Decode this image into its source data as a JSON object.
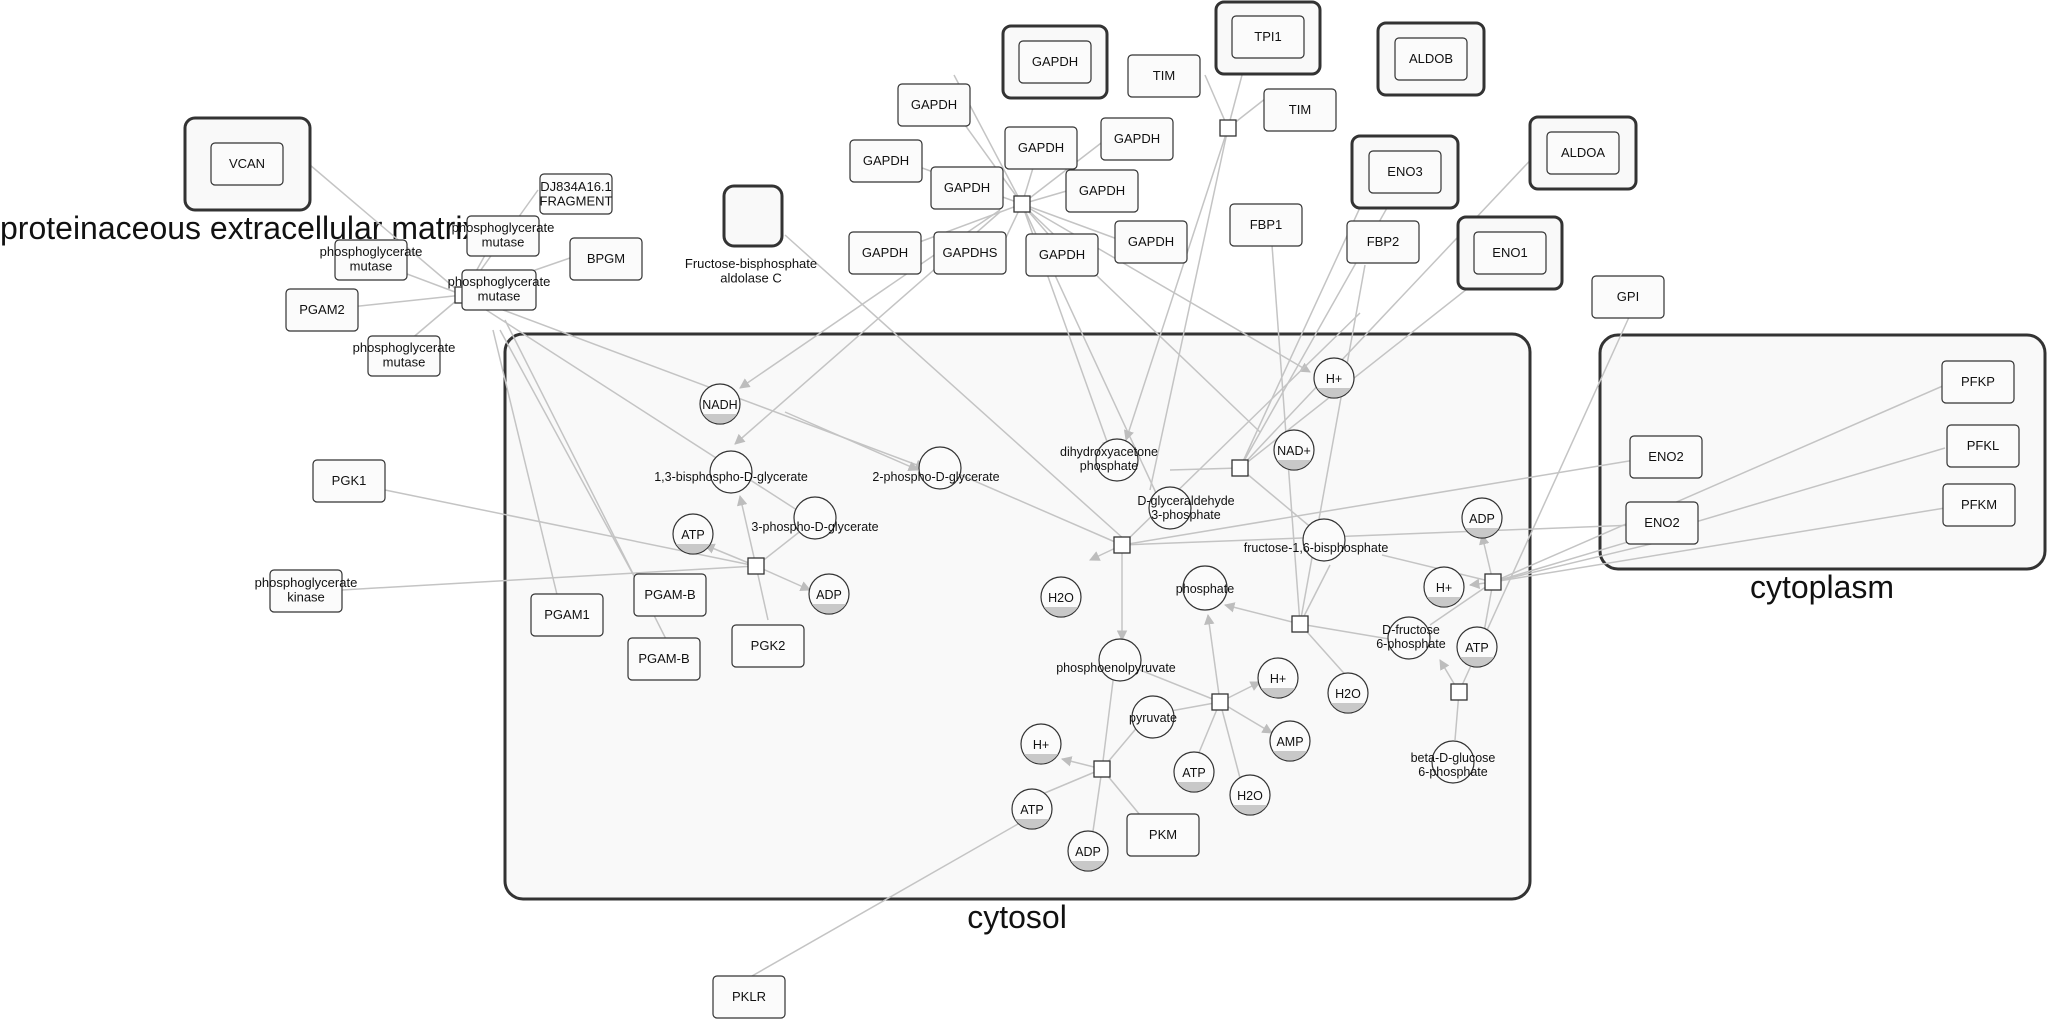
{
  "compartments": {
    "ecm": "proteinaceous extracellular matrix",
    "cytosol": "cytosol",
    "cytoplasm": "cytoplasm"
  },
  "genes": {
    "vcan": "VCAN",
    "dj834": "DJ834A16.1\nFRAGMENT",
    "pgm_mutase_a": "phosphoglycerate\nmutase",
    "pgm_mutase_b": "phosphoglycerate\nmutase",
    "pgm_mutase_c": "phosphoglycerate\nmutase",
    "pgm_mutase_d": "phosphoglycerate\nmutase",
    "bpgm": "BPGM",
    "pgam2": "PGAM2",
    "pgk1": "PGK1",
    "pgk_kinase": "phosphoglycerate\nkinase",
    "pgam1": "PGAM1",
    "pgamb_a": "PGAM-B",
    "pgamb_b": "PGAM-B",
    "pgk2": "PGK2",
    "gapdh_1": "GAPDH",
    "gapdh_2": "GAPDH",
    "gapdh_3": "GAPDH",
    "gapdh_4": "GAPDH",
    "gapdh_5": "GAPDH",
    "gapdh_6": "GAPDH",
    "gapdh_7": "GAPDH",
    "gapdh_8": "GAPDH",
    "gapdh_9": "GAPDH",
    "gapdh_10": "GAPDH",
    "gapdhs": "GAPDHS",
    "tim_1": "TIM",
    "tim_2": "TIM",
    "tpi1": "TPI1",
    "aldob": "ALDOB",
    "eno3": "ENO3",
    "aldoa": "ALDOA",
    "eno1": "ENO1",
    "fbp1": "FBP1",
    "fbp2": "FBP2",
    "gpi": "GPI",
    "pfkp": "PFKP",
    "pfkl": "PFKL",
    "pfkm": "PFKM",
    "eno2_a": "ENO2",
    "eno2_b": "ENO2",
    "pkm": "PKM",
    "pklr": "PKLR",
    "aldoc_label": "Fructose-bisphosphate\naldolase C"
  },
  "metabolites": {
    "nadh": "NADH",
    "bpg13": "1,3-bisphospho-D-glycerate",
    "pg2": "2-phospho-D-glycerate",
    "pg3": "3-phospho-D-glycerate",
    "atp_a": "ATP",
    "adp_a": "ADP",
    "dhap": "dihydroxyacetone\nphosphate",
    "g3p": "D-glyceraldehyde\n3-phosphate",
    "hplus_a": "H+",
    "nadplus": "NAD+",
    "f16bp": "fructose-1,6-bisphosphate",
    "h2o_a": "H2O",
    "phosphate": "phosphate",
    "pep": "phosphoenolpyruvate",
    "pyruvate": "pyruvate",
    "hplus_b": "H+",
    "hplus_c": "H+",
    "hplus_d": "H+",
    "amp": "AMP",
    "h2o_b": "H2O",
    "h2o_c": "H2O",
    "atp_b": "ATP",
    "atp_c": "ATP",
    "atp_d": "ATP",
    "adp_b": "ADP",
    "adp_c": "ADP",
    "f6p": "D-fructose\n6-phosphate",
    "bg6p": "beta-D-glucose\n6-phosphate"
  }
}
